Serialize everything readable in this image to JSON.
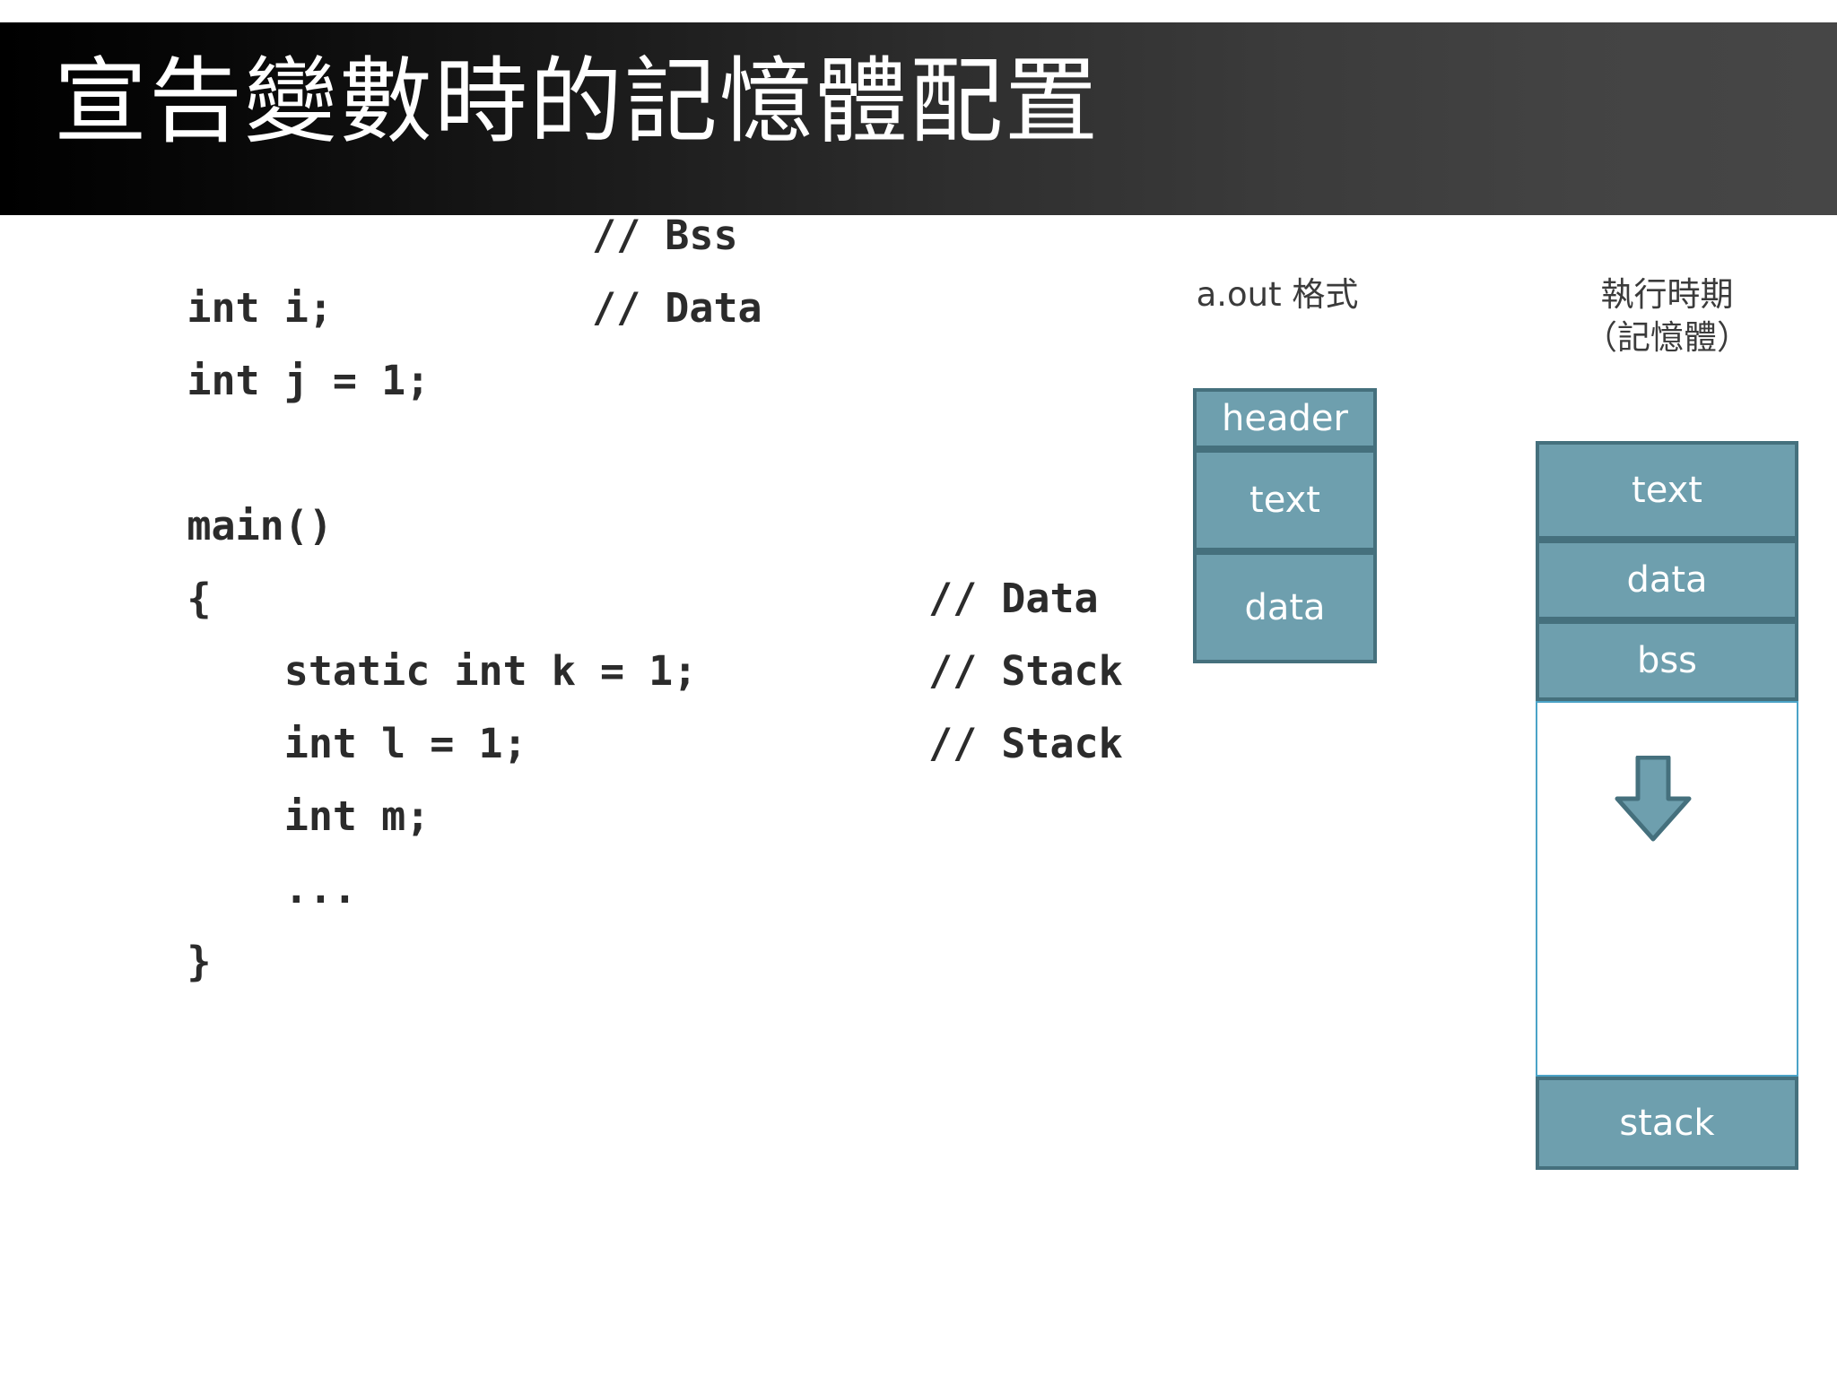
{
  "slide": {
    "title": "宣告變數時的記憶體配置"
  },
  "code": {
    "lines": [
      {
        "text": "int i;",
        "comment": "// Bss",
        "comment_col": "a"
      },
      {
        "text": "int j = 1;",
        "comment": "// Data",
        "comment_col": "a"
      },
      {
        "text": "",
        "comment": "",
        "comment_col": ""
      },
      {
        "text": "main()",
        "comment": "",
        "comment_col": ""
      },
      {
        "text": "{",
        "comment": "",
        "comment_col": ""
      },
      {
        "text": "    static int k = 1;",
        "comment": "// Data",
        "comment_col": "b"
      },
      {
        "text": "    int l = 1;",
        "comment": "// Stack",
        "comment_col": "b"
      },
      {
        "text": "    int m;",
        "comment": "// Stack",
        "comment_col": "b"
      },
      {
        "text": "    ...",
        "comment": "",
        "comment_col": ""
      },
      {
        "text": "}",
        "comment": "",
        "comment_col": ""
      }
    ]
  },
  "diagrams": {
    "aout": {
      "caption": "a.out 格式",
      "segments": [
        {
          "label": "header"
        },
        {
          "label": "text"
        },
        {
          "label": "data"
        }
      ]
    },
    "memory": {
      "caption_line1": "執行時期",
      "caption_line2": "（記憶體）",
      "segments": [
        {
          "label": "text"
        },
        {
          "label": "data"
        },
        {
          "label": "bss"
        },
        {
          "label": "stack"
        }
      ],
      "growth_arrow": "down-arrow-icon"
    }
  },
  "colors": {
    "segment_fill": "#6E9FAE",
    "segment_border": "#45707D",
    "gap_border": "#4BA3C7",
    "title_bar_start": "#000000",
    "title_bar_end": "#464646",
    "code_text": "#2B2B2B"
  }
}
